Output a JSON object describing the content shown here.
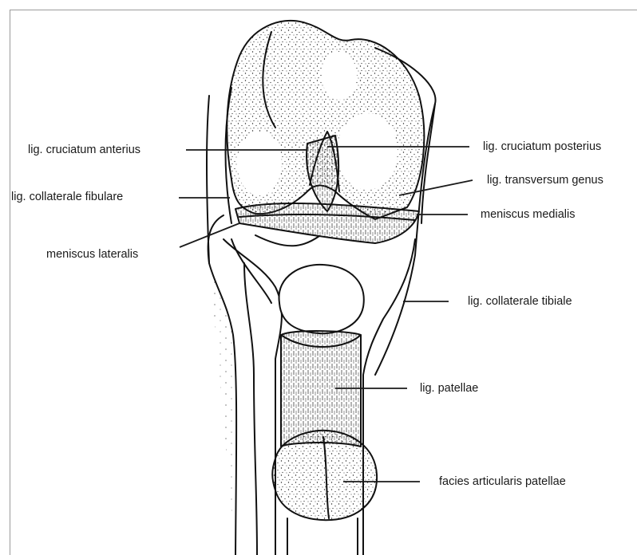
{
  "labels": {
    "lig_cruciatum_anterius": "lig. cruciatum anterius",
    "lig_collaterale_fibulare": "lig. collaterale fibulare",
    "meniscus_lateralis": "meniscus lateralis",
    "lig_cruciatum_posterius": "lig. cruciatum posterius",
    "lig_transversum_genus": "lig. transversum genus",
    "meniscus_medialis": "meniscus medialis",
    "lig_collaterale_tibiale": "lig. collaterale tibiale",
    "lig_patellae": "lig. patellae",
    "facies_articularis_patellae": "facies articularis patellae"
  },
  "colors": {
    "ink": "#1a1a1a",
    "background": "#ffffff",
    "frame": "#9a9a9a"
  }
}
